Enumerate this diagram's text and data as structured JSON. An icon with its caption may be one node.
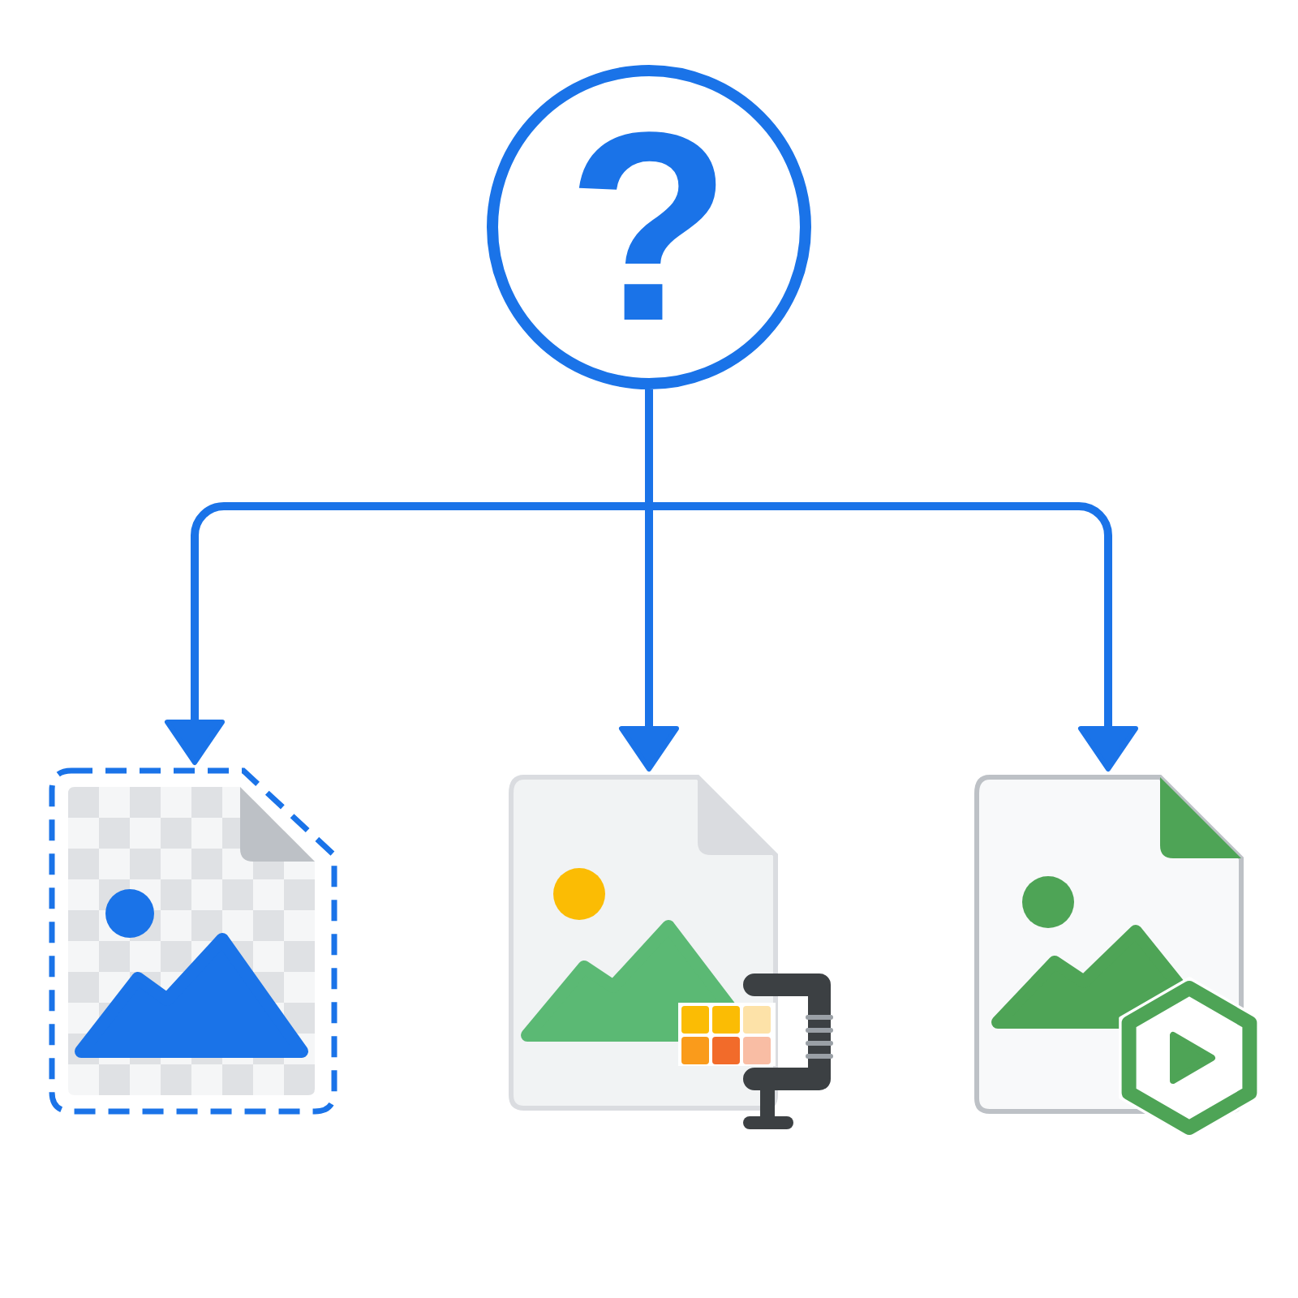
{
  "diagram": {
    "nodes": [
      {
        "text": [
          "?"
        ]
      },
      {
        "text": [],
        "shape": "picture"
      },
      {
        "text": [],
        "shape": "picture"
      },
      {
        "text": [],
        "shape": "picture"
      }
    ],
    "edges": [
      {
        "from": 0,
        "to": 1,
        "arrow": "to"
      },
      {
        "from": 0,
        "to": 2,
        "arrow": "to"
      },
      {
        "from": 0,
        "to": 3,
        "arrow": "to"
      }
    ]
  }
}
